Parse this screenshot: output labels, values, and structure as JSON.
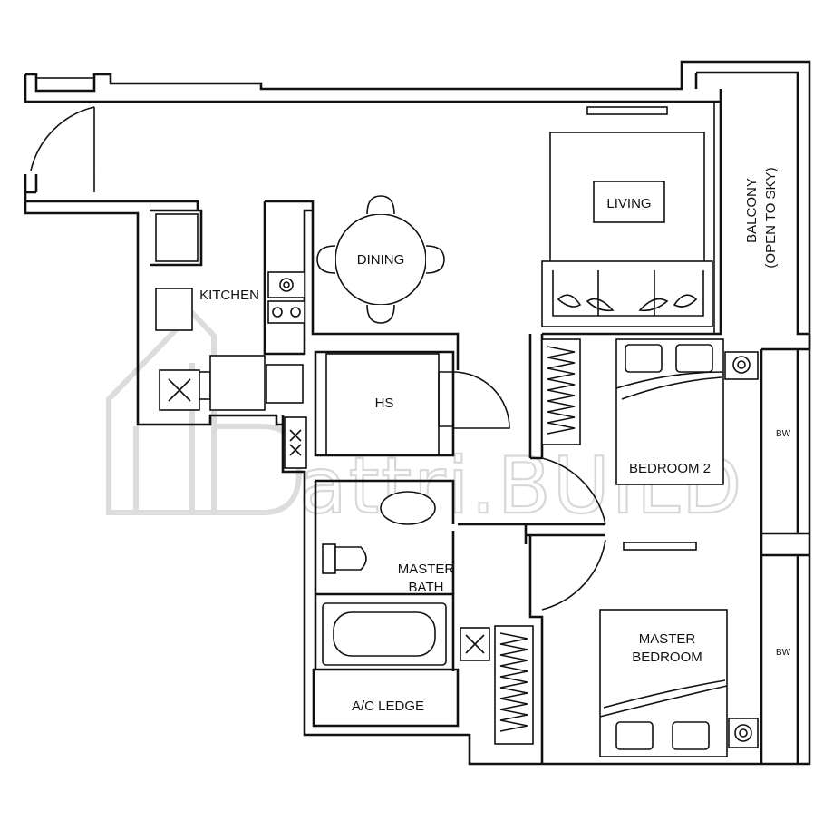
{
  "rooms": {
    "living": "LIVING",
    "dining": "DINING",
    "kitchen": "KITCHEN",
    "hs": "HS",
    "bedroom2": "BEDROOM 2",
    "master_bath_line1": "MASTER",
    "master_bath_line2": "BATH",
    "master_bedroom_line1": "MASTER",
    "master_bedroom_line2": "BEDROOM",
    "ac_ledge": "A/C LEDGE",
    "balcony_line1": "BALCONY",
    "balcony_line2": "(OPEN TO SKY)",
    "bw_top": "BW",
    "bw_bottom": "BW"
  },
  "watermark": {
    "text": "attri.BUILD",
    "color": "#d8d8d8"
  }
}
